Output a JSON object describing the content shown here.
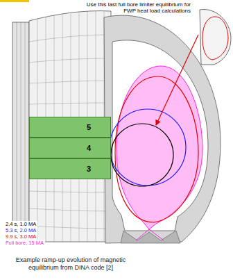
{
  "diagram": {
    "caption": "Example ramp-up evolution of magnetic equilibrium from DINA code [2]",
    "nodes": [
      {
        "text": [
          "5"
        ]
      },
      {
        "text": [
          "4"
        ]
      },
      {
        "text": [
          "3"
        ]
      }
    ],
    "labels": [
      "Use this last full bore limiter equilibrium for FWP heat load calculations"
    ],
    "legend": [
      {
        "text": "2.4 s, 1.0 MA",
        "color": "#000000"
      },
      {
        "text": "5.3 s, 2.0 MA",
        "color": "#1a1aff"
      },
      {
        "text": "9.9 s, 3.0 MA",
        "color": "#e00000"
      },
      {
        "text": "Full bore, 15 MA",
        "color": "#ff22dd"
      }
    ]
  }
}
